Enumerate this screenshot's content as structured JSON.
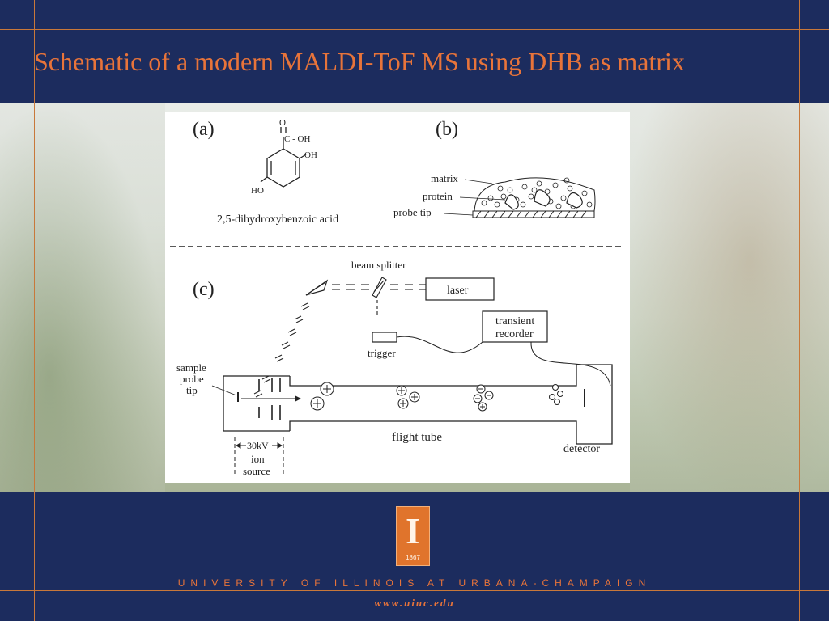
{
  "slide": {
    "title": "Schematic of a modern MALDI-ToF MS using DHB as matrix"
  },
  "figure": {
    "panel_a": {
      "label": "(a)",
      "compound_name": "2,5-dihydroxybenzoic acid",
      "atom_o": "O",
      "atom_oh_top": "C - OH",
      "atom_oh_right": "OH",
      "atom_ho": "HO"
    },
    "panel_b": {
      "label": "(b)",
      "matrix_label": "matrix",
      "protein_label": "protein",
      "probe_tip_label": "probe tip"
    },
    "panel_c": {
      "label": "(c)",
      "beam_splitter_label": "beam splitter",
      "laser_label": "laser",
      "transient_recorder_line1": "transient",
      "transient_recorder_line2": "recorder",
      "trigger_label": "trigger",
      "sample_label_line1": "sample",
      "sample_label_line2": "probe",
      "sample_label_line3": "tip",
      "voltage_label": "30kV",
      "ion_source_line1": "ion",
      "ion_source_line2": "source",
      "flight_tube_label": "flight tube",
      "detector_label": "detector"
    }
  },
  "footer": {
    "logo_letter": "I",
    "logo_year": "1867",
    "university": "UNIVERSITY OF ILLINOIS AT URBANA-CHAMPAIGN",
    "url": "www.uiuc.edu"
  },
  "colors": {
    "navy": "#1c2c5e",
    "orange": "#e8743a",
    "logo_orange": "#e0742c"
  }
}
